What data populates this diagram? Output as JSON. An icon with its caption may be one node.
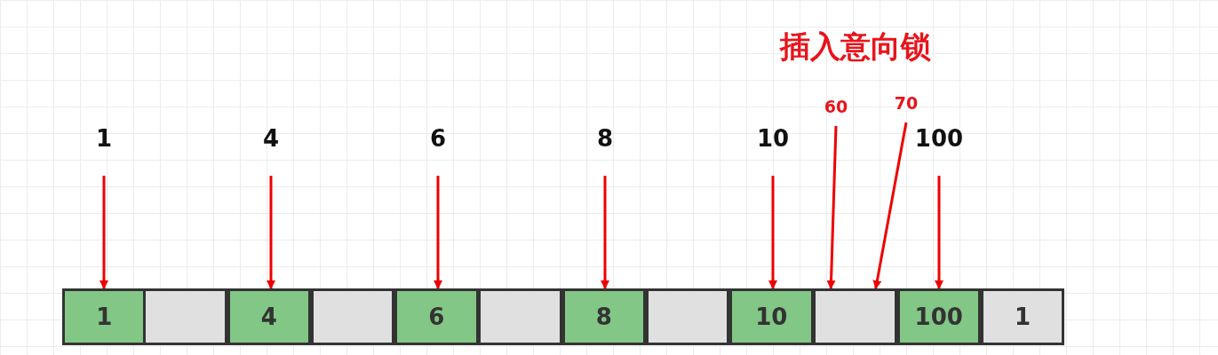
{
  "diagram": {
    "title": "插入意向锁",
    "nodes": [
      {
        "text": [
          "1"
        ]
      },
      {
        "text": [
          "4"
        ]
      },
      {
        "text": [
          "6"
        ]
      },
      {
        "text": [
          "8"
        ]
      },
      {
        "text": [
          "10"
        ]
      },
      {
        "text": [
          "60"
        ]
      },
      {
        "text": [
          "70"
        ]
      },
      {
        "text": [
          "100"
        ]
      },
      {
        "text": [
          "1"
        ]
      },
      {
        "text": [],
        "shape": "box"
      },
      {
        "text": [
          "4"
        ]
      },
      {
        "text": [],
        "shape": "box"
      },
      {
        "text": [
          "6"
        ]
      },
      {
        "text": [],
        "shape": "box"
      },
      {
        "text": [
          "8"
        ]
      },
      {
        "text": [],
        "shape": "box"
      },
      {
        "text": [
          "10"
        ]
      },
      {
        "text": [],
        "shape": "box"
      },
      {
        "text": [
          "100"
        ]
      },
      {
        "text": [
          "1"
        ]
      }
    ],
    "edges": [
      {
        "from": 0,
        "to": 8,
        "arrow": "to"
      },
      {
        "from": 1,
        "to": 10,
        "arrow": "to"
      },
      {
        "from": 2,
        "to": 12,
        "arrow": "to"
      },
      {
        "from": 3,
        "to": 14,
        "arrow": "to"
      },
      {
        "from": 4,
        "to": 16,
        "arrow": "to"
      },
      {
        "from": 5,
        "to": 17,
        "arrow": "to"
      },
      {
        "from": 6,
        "to": 17,
        "arrow": "to"
      },
      {
        "from": 7,
        "to": 18,
        "arrow": "to"
      }
    ]
  }
}
